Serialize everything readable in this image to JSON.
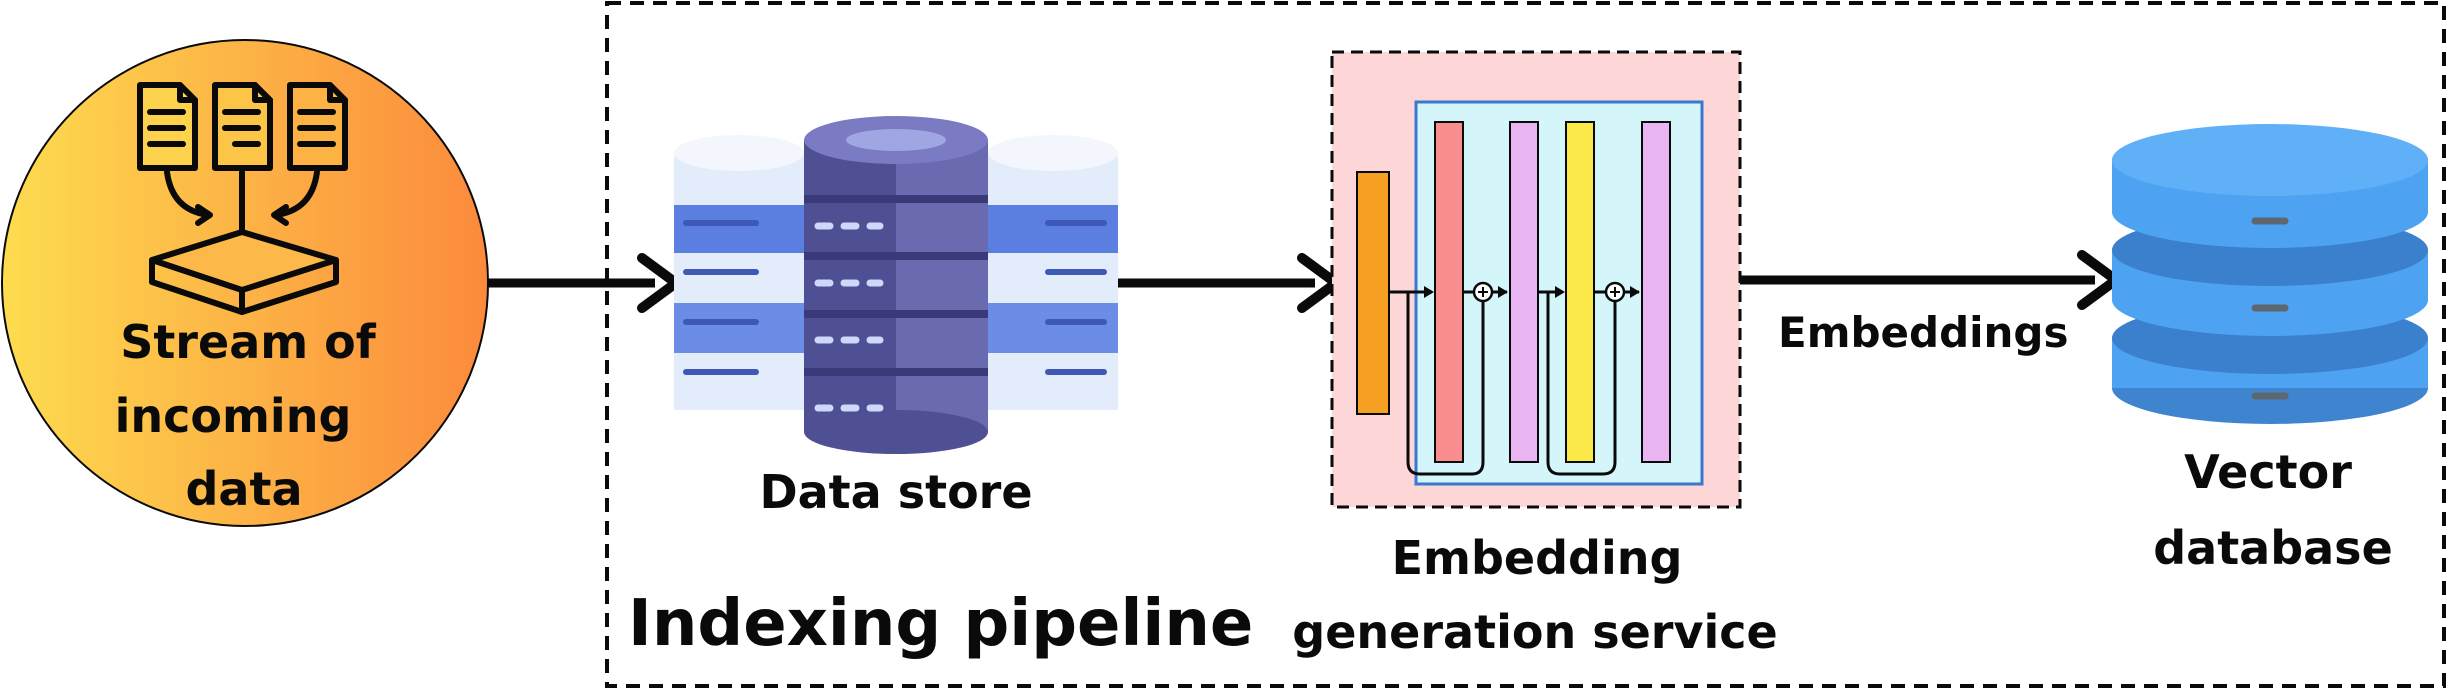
{
  "source": {
    "label_lines": [
      "Stream of",
      "incoming",
      "data"
    ],
    "icon": "documents-into-tray-icon",
    "gradient": [
      "#fdd94f",
      "#fc8c3d"
    ]
  },
  "pipeline": {
    "title": "Indexing pipeline"
  },
  "data_store": {
    "label": "Data store",
    "icon": "database-servers-icon"
  },
  "embedding_service": {
    "label_lines": [
      "Embedding",
      "generation service"
    ],
    "icon": "neural-network-layers-icon"
  },
  "edge": {
    "label": "Embeddings"
  },
  "vector_db": {
    "label_lines": [
      "Vector",
      "database"
    ],
    "icon": "stacked-database-icon"
  },
  "colors": {
    "stroke": "#0a0a0a",
    "service_bg": "#fdd7d7",
    "service_inner_bg": "#d4f6fb",
    "db_blue": "#4da3f2",
    "db_dark": "#3f84cf"
  }
}
